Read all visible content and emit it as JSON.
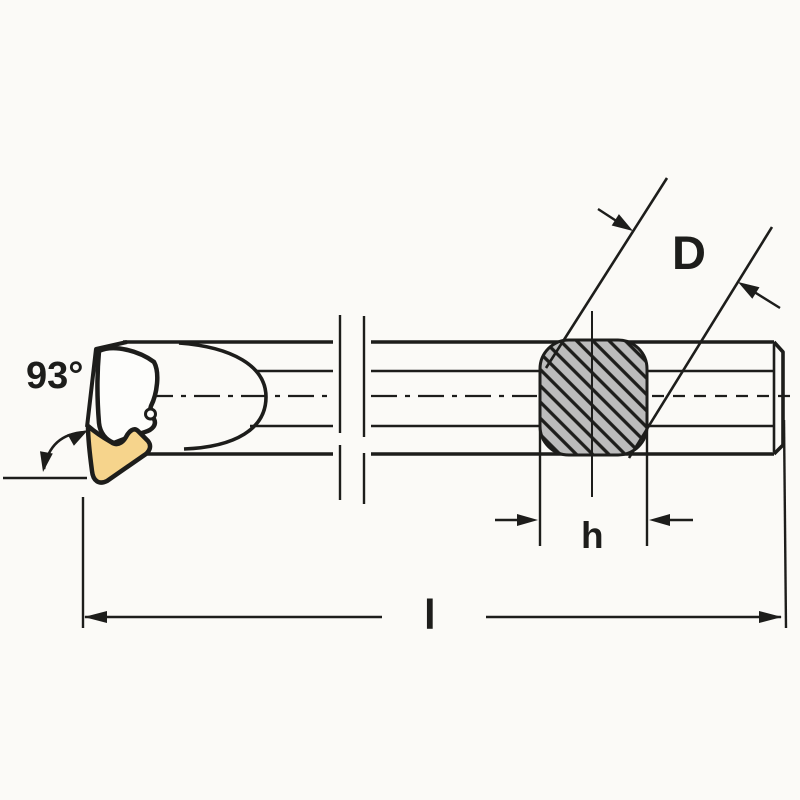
{
  "diagram": {
    "type": "technical-drawing",
    "subject": "boring-bar-side-view-with-cross-section",
    "labels": {
      "angle": "93°",
      "diameter": "D",
      "height": "h",
      "length": "l"
    },
    "colors": {
      "line": "#1d1d1b",
      "background": "#fbfaf7",
      "insert_fill": "#f6d48c",
      "clamp_fill": "#fdfdfb",
      "section_fill": "#bcbcbc"
    }
  }
}
